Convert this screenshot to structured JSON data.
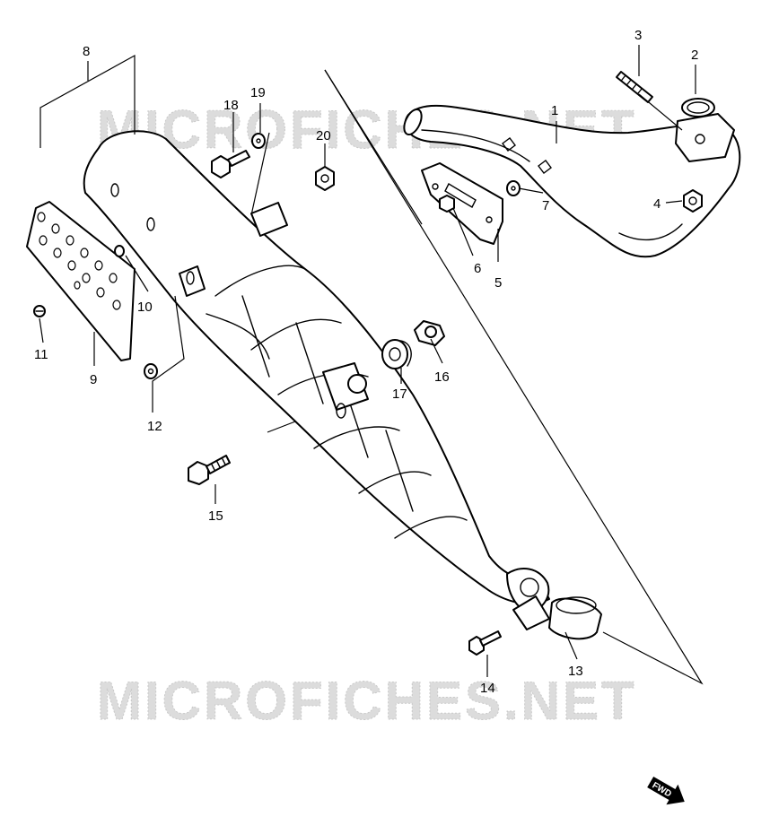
{
  "watermark": "MICROFICHES.NET",
  "fwd_label": "FWD",
  "callouts": [
    "1",
    "2",
    "3",
    "4",
    "5",
    "6",
    "7",
    "8",
    "9",
    "10",
    "11",
    "12",
    "13",
    "14",
    "15",
    "16",
    "17",
    "18",
    "19",
    "20"
  ]
}
